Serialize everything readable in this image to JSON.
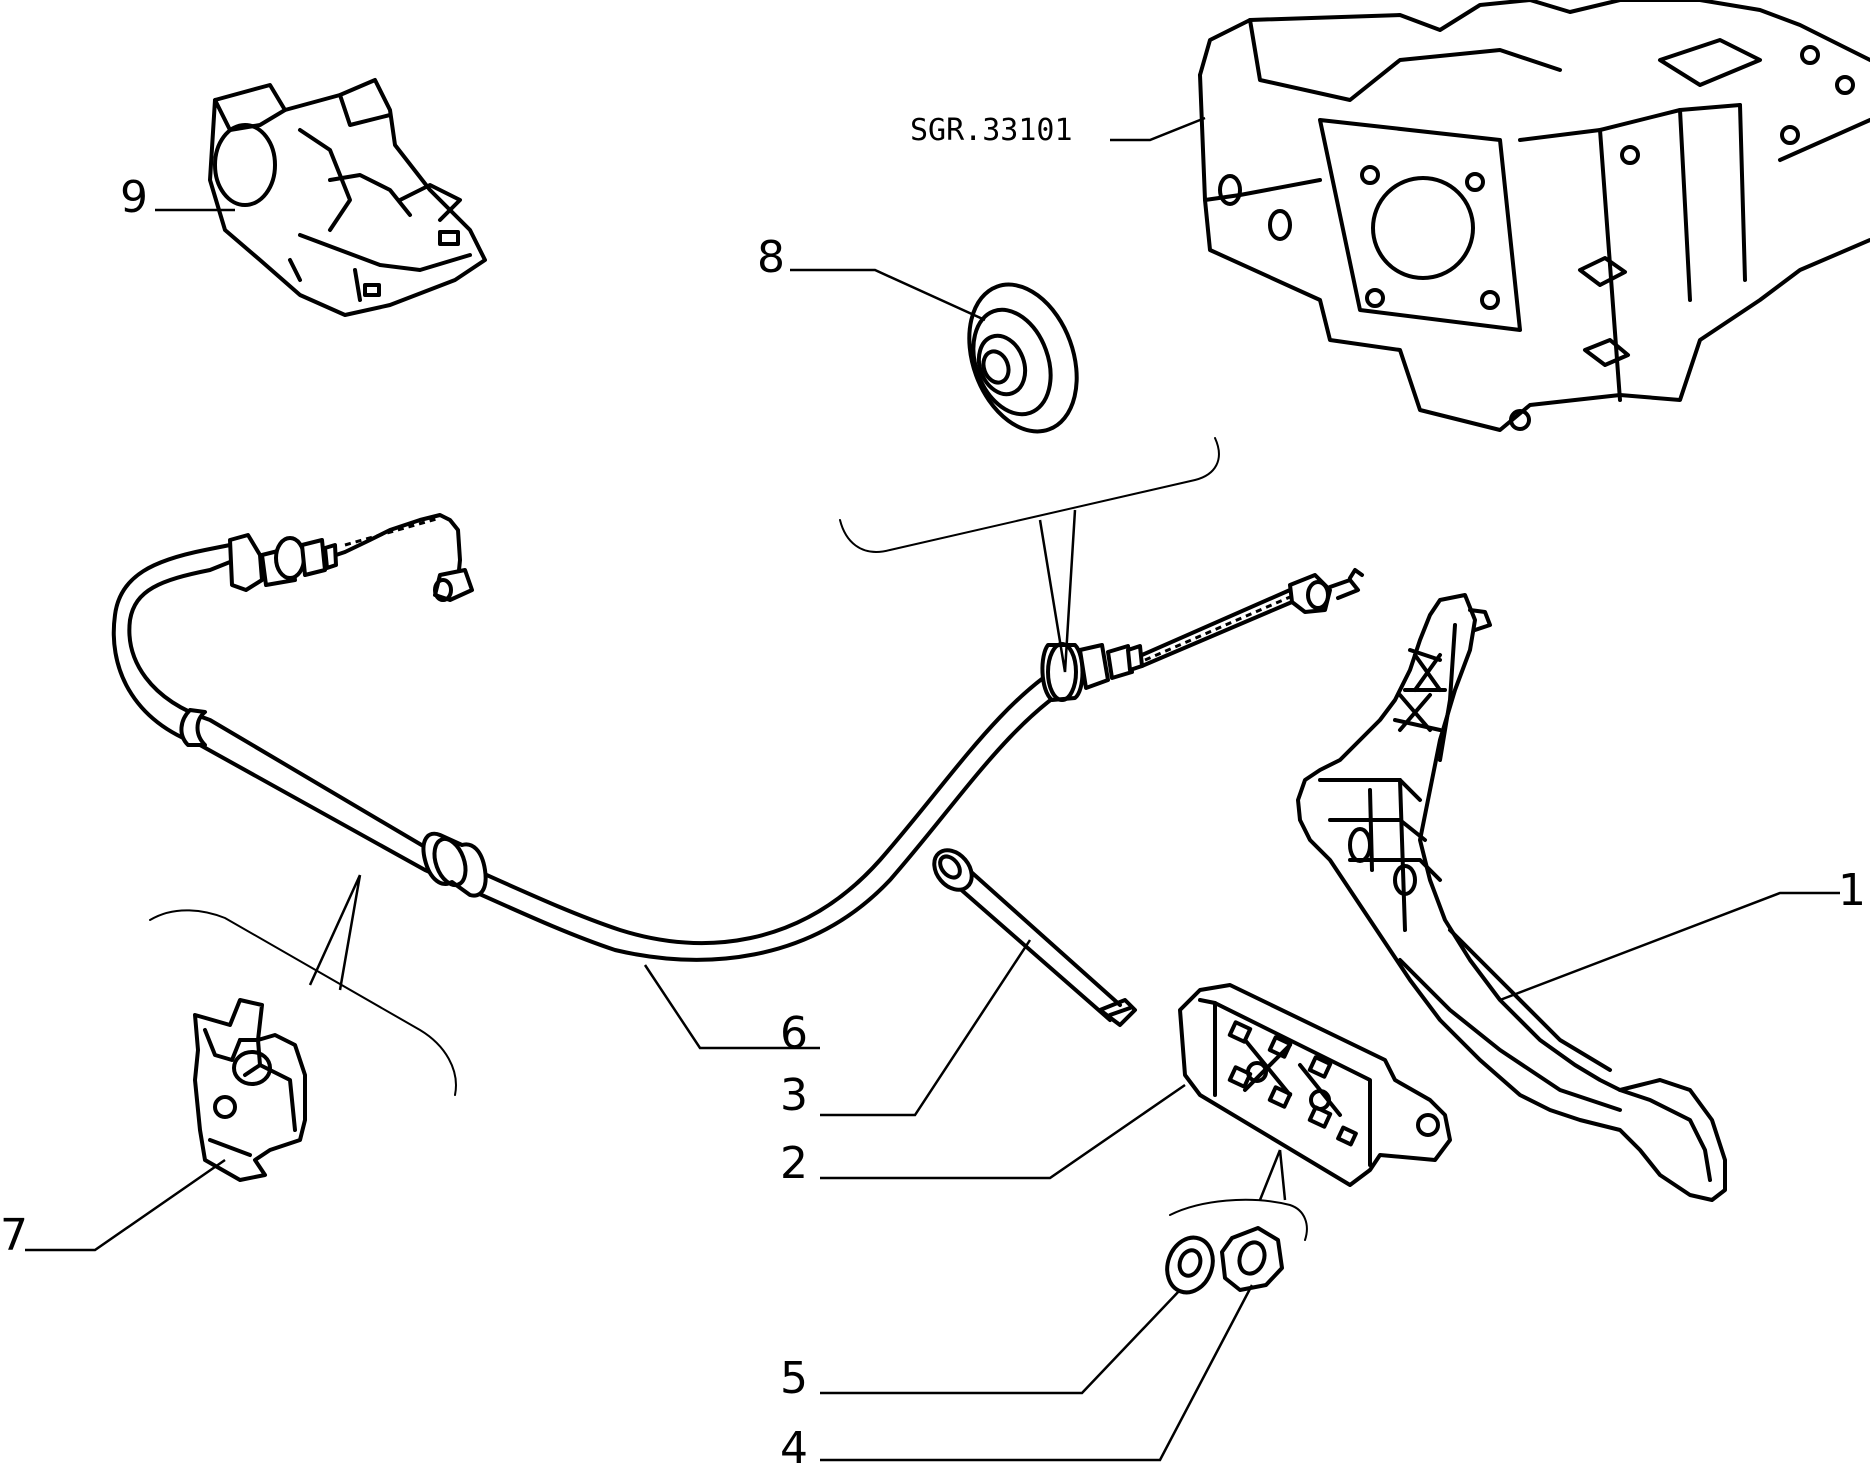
{
  "diagram": {
    "reference_label": "SGR.33101",
    "callouts": [
      {
        "id": "1",
        "label": "1"
      },
      {
        "id": "2",
        "label": "2"
      },
      {
        "id": "3",
        "label": "3"
      },
      {
        "id": "4",
        "label": "4"
      },
      {
        "id": "5",
        "label": "5"
      },
      {
        "id": "6",
        "label": "6"
      },
      {
        "id": "7",
        "label": "7"
      },
      {
        "id": "8",
        "label": "8"
      },
      {
        "id": "9",
        "label": "9"
      }
    ]
  }
}
